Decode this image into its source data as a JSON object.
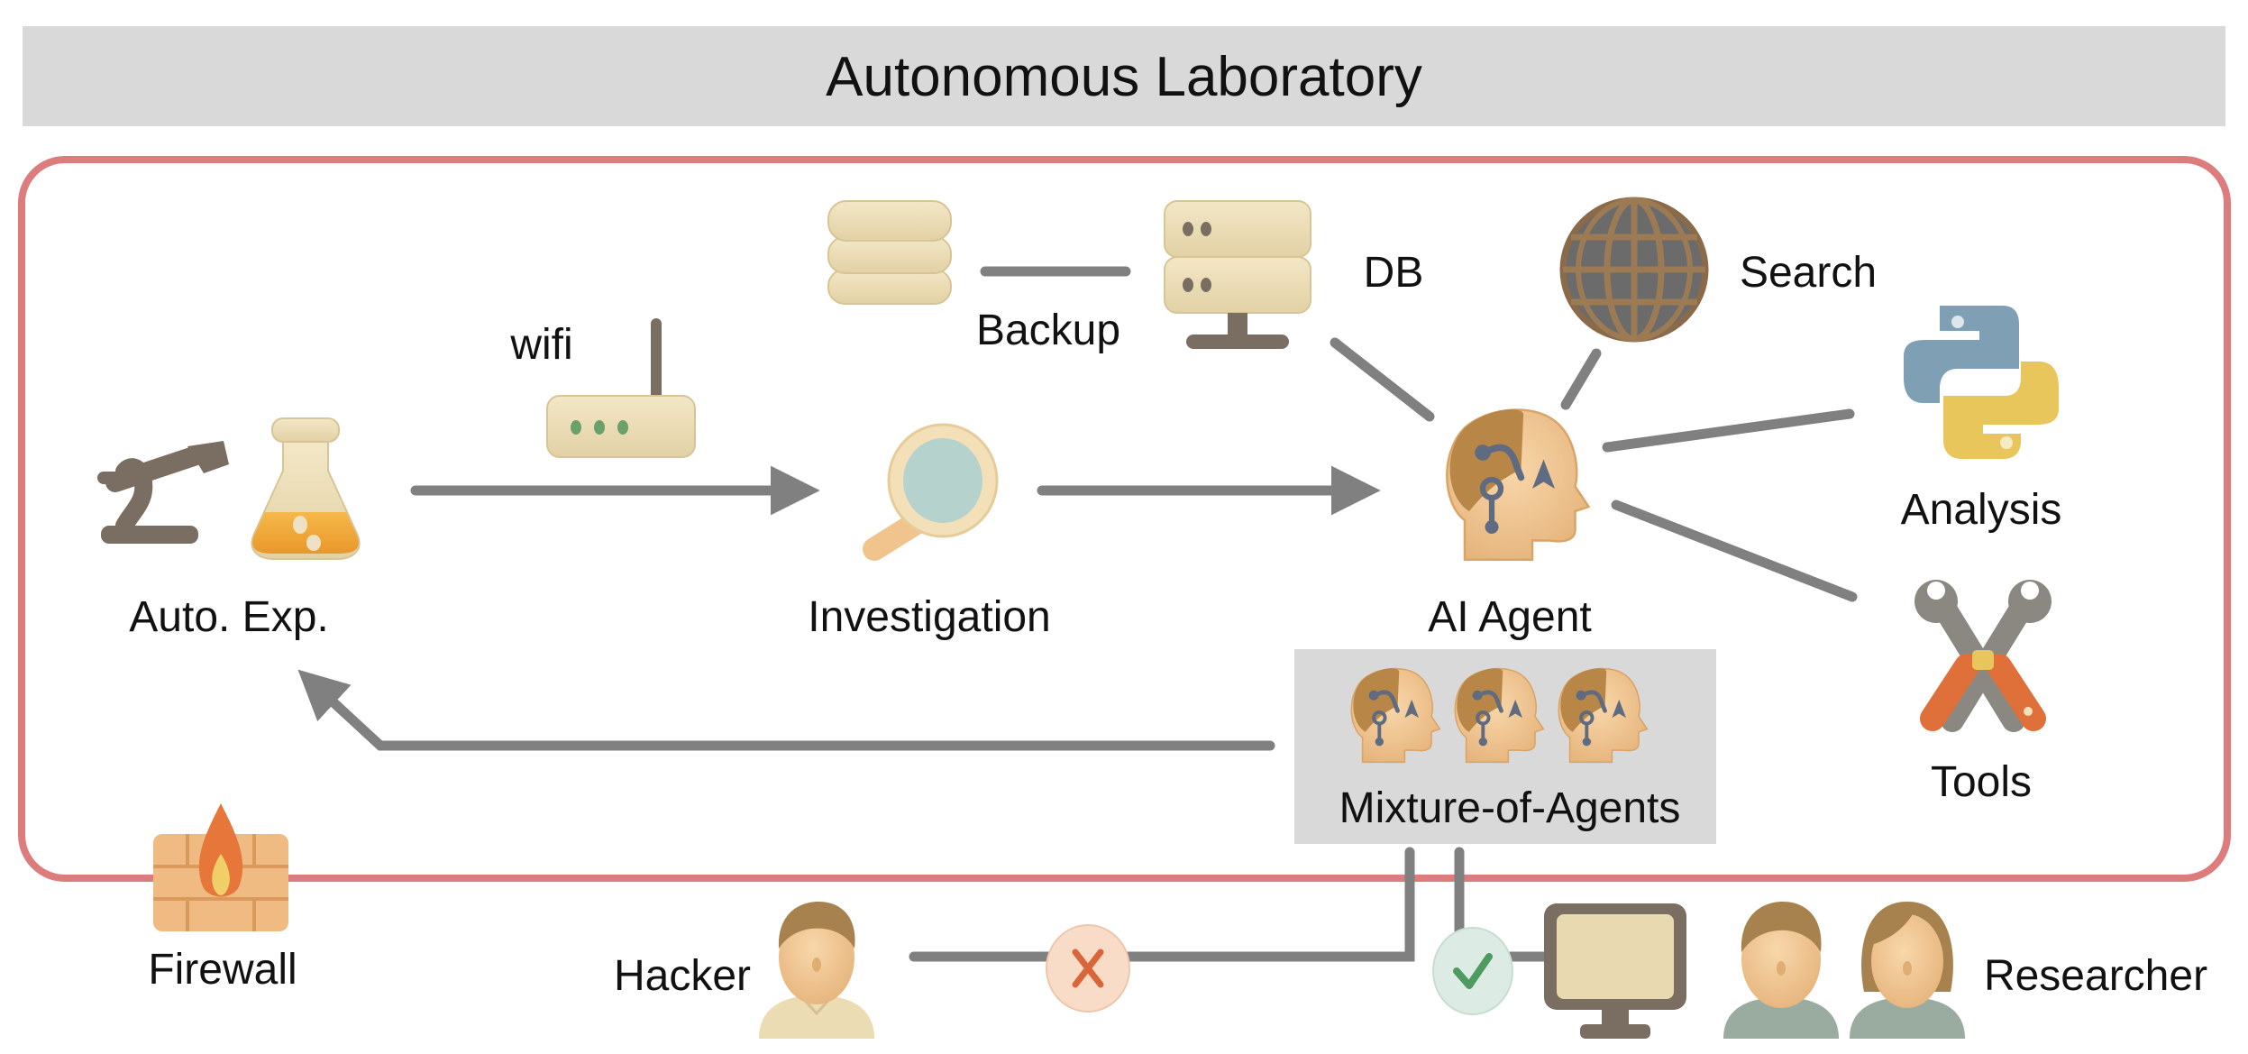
{
  "title": "Autonomous Laboratory",
  "colors": {
    "title_bar": "#d9d9d9",
    "boundary": "#dc7c7c",
    "connector": "#808080",
    "moa_panel": "#d9d9d9",
    "blocked": "#d9663a",
    "allowed": "#4f9a5f"
  },
  "nodes": {
    "auto_exp": {
      "label": "Auto. Exp.",
      "icons": [
        "microscope-icon",
        "flask-icon"
      ]
    },
    "wifi": {
      "label": "wifi",
      "icon": "router-icon"
    },
    "investigation": {
      "label": "Investigation",
      "icon": "magnifier-icon"
    },
    "backup": {
      "label": "Backup",
      "icon": "database-icon"
    },
    "db": {
      "label": "DB",
      "icon": "server-icon"
    },
    "search": {
      "label": "Search",
      "icon": "globe-icon"
    },
    "ai_agent": {
      "label": "AI Agent",
      "icon": "ai-head-icon"
    },
    "analysis": {
      "label": "Analysis",
      "icon": "python-icon"
    },
    "tools": {
      "label": "Tools",
      "icon": "wrench-icon"
    },
    "moa": {
      "label": "Mixture-of-Agents",
      "icon": "ai-head-icon",
      "count": 3
    },
    "firewall": {
      "label": "Firewall",
      "icon": "firewall-icon"
    },
    "hacker": {
      "label": "Hacker",
      "icon": "person-icon",
      "access": "blocked"
    },
    "researcher": {
      "label": "Researcher",
      "icons": [
        "monitor-icon",
        "person-male-icon",
        "person-female-icon"
      ],
      "access": "allowed"
    }
  },
  "edges": [
    {
      "from": "auto_exp",
      "to": "investigation",
      "via": "wifi",
      "arrow": true
    },
    {
      "from": "investigation",
      "to": "ai_agent",
      "arrow": true
    },
    {
      "from": "backup",
      "to": "db",
      "arrow": false
    },
    {
      "from": "db",
      "to": "ai_agent",
      "arrow": false
    },
    {
      "from": "search",
      "to": "ai_agent",
      "arrow": false
    },
    {
      "from": "ai_agent",
      "to": "analysis",
      "arrow": false
    },
    {
      "from": "ai_agent",
      "to": "tools",
      "arrow": false
    },
    {
      "from": "moa",
      "to": "auto_exp",
      "arrow": true
    },
    {
      "from": "hacker",
      "to": "moa",
      "arrow": false,
      "status": "blocked"
    },
    {
      "from": "researcher",
      "to": "moa",
      "arrow": false,
      "status": "allowed"
    }
  ]
}
